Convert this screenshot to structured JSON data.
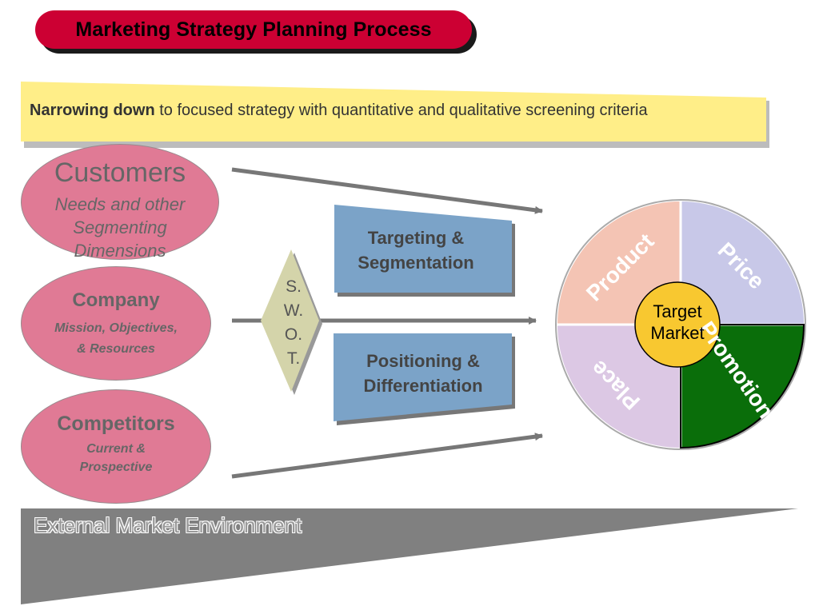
{
  "title": "Marketing Strategy Planning Process",
  "banner": {
    "bold_text": "Narrowing down",
    "rest_text": " to focused strategy with quantitative and qualitative screening criteria"
  },
  "customers": {
    "title": "Customers",
    "subtitle_lines": [
      "Needs and other",
      "Segmenting",
      "Dimensions"
    ]
  },
  "company": {
    "title": "Company",
    "subtitle_lines": [
      "Mission, Objectives,",
      "& Resources"
    ]
  },
  "competitors": {
    "title": "Competitors",
    "subtitle_lines": [
      "Current  &",
      "Prospective"
    ]
  },
  "swot": [
    "S.",
    "W.",
    "O.",
    "T."
  ],
  "targeting_box": {
    "lines": [
      "Targeting &",
      "Segmentation"
    ]
  },
  "positioning_box": {
    "lines": [
      "Positioning &",
      "Differentiation"
    ]
  },
  "marketing_mix": {
    "center_lines": [
      "Target",
      "Market"
    ],
    "product": "Product",
    "price": "Price",
    "place": "Place",
    "promotion": "Promotion"
  },
  "environment": "External Market Environment",
  "colors": {
    "title_pill": "#cc0033",
    "banner": "#ffee88",
    "ellipse": "#e07a95",
    "box": "#7ba3c8",
    "swot": "#d4d4aa",
    "product": "#f4c4b4",
    "price": "#c8c8e8",
    "place": "#dcc8e4",
    "promotion": "#0a6e0a",
    "target_market": "#f8c830",
    "environment": "#808080"
  }
}
